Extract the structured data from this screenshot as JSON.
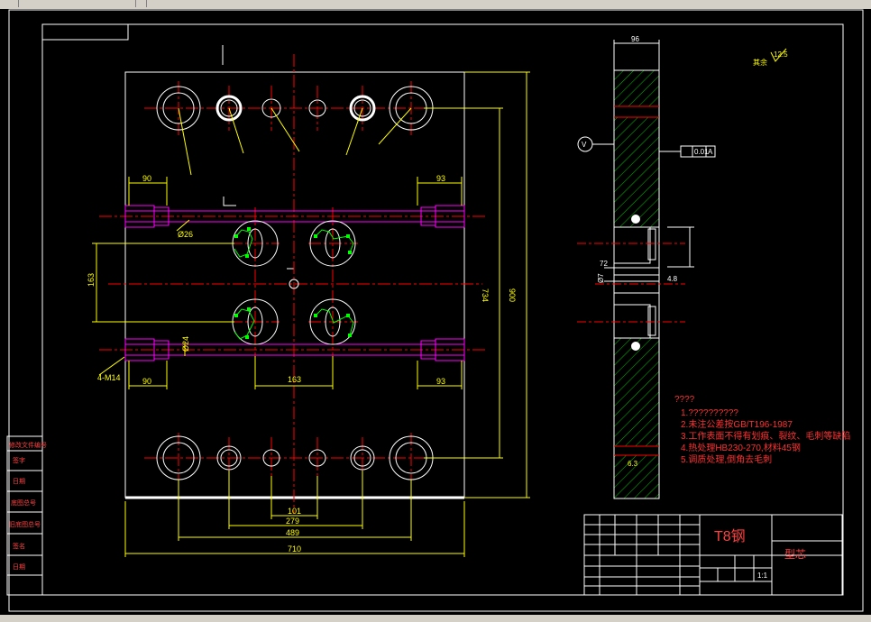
{
  "drawing": {
    "dims": {
      "d96": "96",
      "d90_top": "90",
      "d93_top": "93",
      "phi26": "Ø26",
      "d163_v": "163",
      "d734": "734",
      "d900": "900",
      "m14": "4-M14",
      "d24": "Ø24",
      "d90_bot": "90",
      "d163_h": "163",
      "d93_bot": "93",
      "d101": "101",
      "d279": "279",
      "d489": "489",
      "d710": "710",
      "d72": "72",
      "phi7": "Ø7",
      "d48": "4.8",
      "tol": "0.01",
      "datum": "A",
      "roughness": "12.5",
      "roughness_small": "6.3",
      "view_marker": "V"
    },
    "notes": {
      "heading": "????",
      "lines": [
        "1.??????????",
        "2.未注公差按GB/T196-1987",
        "3.工作表面不得有划痕、裂纹、毛刺等缺陷",
        "4.热处理HB230-270,材料45钢",
        "5.调质处理,倒角去毛刺"
      ]
    },
    "rest_label": "其余",
    "title_block": {
      "material": "T8钢",
      "part_name": "型芯",
      "scale": "1:1",
      "left_column": [
        "修改文件编号",
        "签字",
        "日期",
        "底图总号",
        "旧底图总号",
        "签名",
        "日期"
      ]
    }
  },
  "colors": {
    "background": "#000000",
    "frame": "#ffffff",
    "dimension": "#ffff00",
    "centerline": "#ff0000",
    "hatch": "#00c000",
    "rod": "#ff00ff",
    "marker": "#00ff00",
    "note": "#ff0000"
  }
}
